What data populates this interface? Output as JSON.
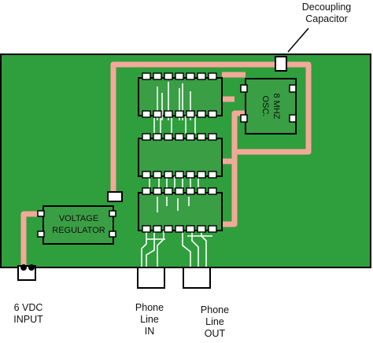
{
  "colors": {
    "board": "#2f9e3c",
    "trace": "#f3a99a",
    "chip": "#3a9e45",
    "outline": "#000000",
    "pin_trace": "#ffffff"
  },
  "labels": {
    "decoupling": [
      "Decoupling",
      "Capacitor"
    ],
    "input": [
      "6 VDC",
      "INPUT"
    ],
    "line_in": [
      "Phone",
      "Line",
      "IN"
    ],
    "line_out": [
      "Phone",
      "Line",
      "OUT"
    ]
  },
  "components": {
    "regulator": [
      "VOLTAGE",
      "REGULATOR"
    ],
    "oscillator": [
      "8 MHZ",
      "OSC."
    ]
  }
}
